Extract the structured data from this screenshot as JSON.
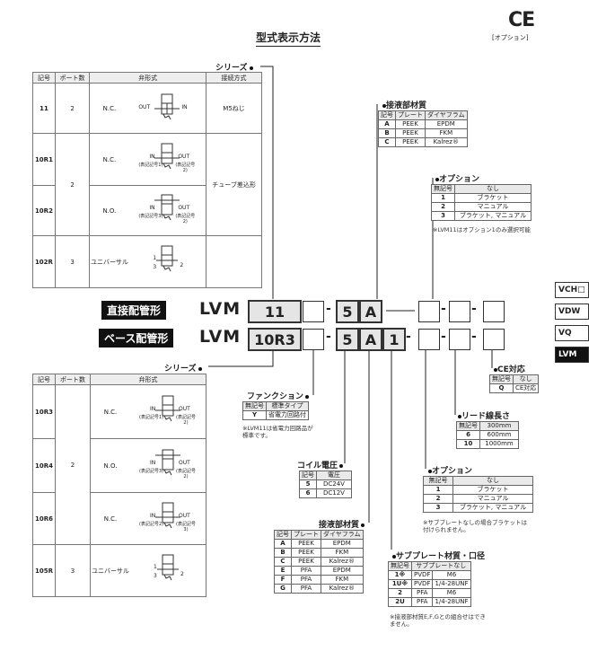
{
  "page_title": "型式表示方法",
  "ce": {
    "mark": "CE",
    "option": "[オプション]"
  },
  "tabs": [
    "VCH□",
    "VDW",
    "VQ",
    "LVM"
  ],
  "series_label": "シリーズ",
  "top_table": {
    "headers": [
      "記号",
      "ポート数",
      "弁形式",
      "接続方式"
    ],
    "rows": [
      {
        "code": "11",
        "ports": "2",
        "valve": "N.C.",
        "conn": "M5ねじ",
        "sym": {
          "left": "OUT",
          "right": "IN",
          "l2": "",
          "r2": ""
        }
      },
      {
        "code": "10R1",
        "ports": "",
        "valve": "N.C.",
        "conn": "",
        "sym": {
          "left": "IN",
          "right": "OUT",
          "l2": "(表記記号1)",
          "r2": "(表記記号2)"
        }
      },
      {
        "code": "10R2",
        "ports": "",
        "valve": "N.O.",
        "conn": "チューブ差込形",
        "sym": {
          "left": "IN",
          "right": "OUT",
          "l2": "(表記記号3)",
          "r2": "(表記記号2)"
        }
      },
      {
        "code": "102R",
        "ports": "3",
        "valve": "ユニバーサル",
        "conn": "",
        "sym": {
          "left": "1",
          "right": "2",
          "l2": "3",
          "r2": ""
        }
      }
    ]
  },
  "bottom_table": {
    "headers": [
      "記号",
      "ポート数",
      "弁形式"
    ],
    "rows": [
      {
        "code": "10R3",
        "ports": "",
        "valve": "N.C.",
        "sym": {
          "left": "IN",
          "right": "OUT",
          "l2": "(表記記号1)",
          "r2": "(表記記号2)"
        }
      },
      {
        "code": "10R4",
        "ports": "2",
        "valve": "N.O.",
        "sym": {
          "left": "IN",
          "right": "OUT",
          "l2": "(表記記号3)",
          "r2": "(表記記号2)"
        }
      },
      {
        "code": "10R6",
        "ports": "",
        "valve": "N.C.",
        "sym": {
          "left": "IN",
          "right": "OUT",
          "l2": "(表記記号2)",
          "r2": "(表記記号3)"
        }
      },
      {
        "code": "105R",
        "ports": "3",
        "valve": "ユニバーサル",
        "sym": {
          "left": "1",
          "right": "2",
          "l2": "3",
          "r2": ""
        }
      }
    ]
  },
  "model_rows": {
    "direct": {
      "label": "直接配管形",
      "prefix": "LVM",
      "series": "11",
      "coil": "5",
      "material": "A"
    },
    "base": {
      "label": "ベース配管形",
      "prefix": "LVM",
      "series": "10R3",
      "coil": "5",
      "material": "A",
      "plate": "1"
    },
    "dash": "-"
  },
  "wetted_top": {
    "title": "接液部材質",
    "headers": [
      "記号",
      "プレート",
      "ダイヤフラム"
    ],
    "rows": [
      [
        "A",
        "PEEK",
        "EPDM"
      ],
      [
        "B",
        "PEEK",
        "FKM"
      ],
      [
        "C",
        "PEEK",
        "Kalrez®"
      ]
    ]
  },
  "option_top": {
    "title": "オプション",
    "headers": [
      "無記号",
      "なし"
    ],
    "rows": [
      [
        "1",
        "ブラケット"
      ],
      [
        "2",
        "マニュアル"
      ],
      [
        "3",
        "ブラケット, マニュアル"
      ]
    ],
    "note": "※LVM11はオプション1のみ選択可能"
  },
  "function": {
    "title": "ファンクション",
    "headers": [
      "無記号",
      "標準タイプ"
    ],
    "rows": [
      [
        "Y",
        "省電力回路付"
      ]
    ],
    "note": "※LVM11は省電力回路品が標準です。"
  },
  "coil": {
    "title": "コイル電圧",
    "headers": [
      "記号",
      "電圧"
    ],
    "rows": [
      [
        "5",
        "DC24V"
      ],
      [
        "6",
        "DC12V"
      ]
    ]
  },
  "wetted_bottom": {
    "title": "接液部材質",
    "headers": [
      "記号",
      "プレート",
      "ダイヤフラム"
    ],
    "rows": [
      [
        "A",
        "PEEK",
        "EPDM"
      ],
      [
        "B",
        "PEEK",
        "FKM"
      ],
      [
        "C",
        "PEEK",
        "Kalrez®"
      ],
      [
        "E",
        "PFA",
        "EPDM"
      ],
      [
        "F",
        "PFA",
        "FKM"
      ],
      [
        "G",
        "PFA",
        "Kalrez®"
      ]
    ]
  },
  "subplate": {
    "title": "サブプレート材質・口径",
    "headers": [
      "無記号",
      "サブプレートなし"
    ],
    "rows": [
      [
        "1※",
        "PVDF",
        "M6"
      ],
      [
        "1U※",
        "PVDF",
        "1/4-28UNF"
      ],
      [
        "2",
        "PFA",
        "M6"
      ],
      [
        "2U",
        "PFA",
        "1/4-28UNF"
      ]
    ],
    "note": "※接液部材質E,F,Gとの組合せはできません。"
  },
  "option_bottom": {
    "title": "オプション",
    "headers": [
      "無記号",
      "なし"
    ],
    "rows": [
      [
        "1",
        "ブラケット"
      ],
      [
        "2",
        "マニュアル"
      ],
      [
        "3",
        "ブラケット, マニュアル"
      ]
    ],
    "note": "※サブプレートなしの場合ブラケットは付けられません。"
  },
  "lead": {
    "title": "リード線長さ",
    "headers": [
      "無記号",
      "300mm"
    ],
    "rows": [
      [
        "6",
        "600mm"
      ],
      [
        "10",
        "1000mm"
      ]
    ]
  },
  "ce_spec": {
    "title": "CE対応",
    "headers": [
      "無記号",
      "なし"
    ],
    "rows": [
      [
        "Q",
        "CE対応"
      ]
    ]
  }
}
